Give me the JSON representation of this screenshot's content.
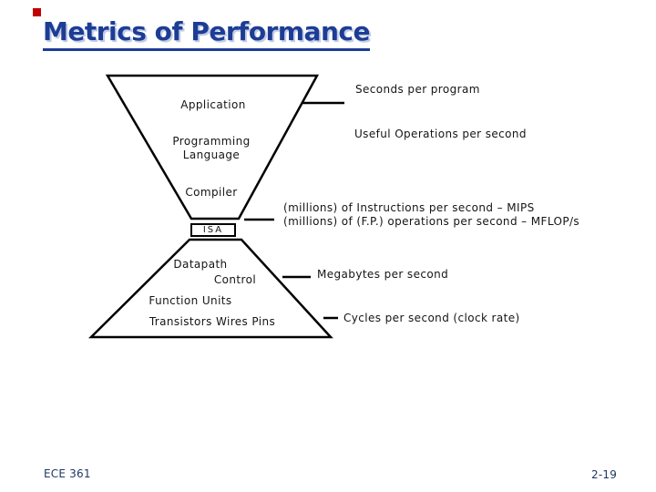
{
  "slide": {
    "title": "Metrics of Performance",
    "course": "ECE 361",
    "page_number": "2-19"
  },
  "colors": {
    "title_navy": "#1d3d94",
    "footer_navy": "#1f3864",
    "diagram_line": "#000000",
    "accent_square_red": "#c00000",
    "background": "#ffffff"
  },
  "funnel": {
    "application": "Application",
    "programming_language": "Programming\nLanguage",
    "compiler": "Compiler",
    "isa": "ISA",
    "datapath": "Datapath",
    "control": "Control",
    "function_units": "Function Units",
    "transistors_wires_pins": "Transistors  Wires  Pins"
  },
  "metrics": {
    "seconds_per_program": "Seconds per program",
    "useful_operations": "Useful Operations per second",
    "instructions_lines": "(millions) of Instructions per second – MIPS\n(millions) of (F.P.) operations per second – MFLOP/s",
    "megabytes_per_second": "Megabytes per second",
    "cycles_per_second": "Cycles per second (clock rate)"
  }
}
